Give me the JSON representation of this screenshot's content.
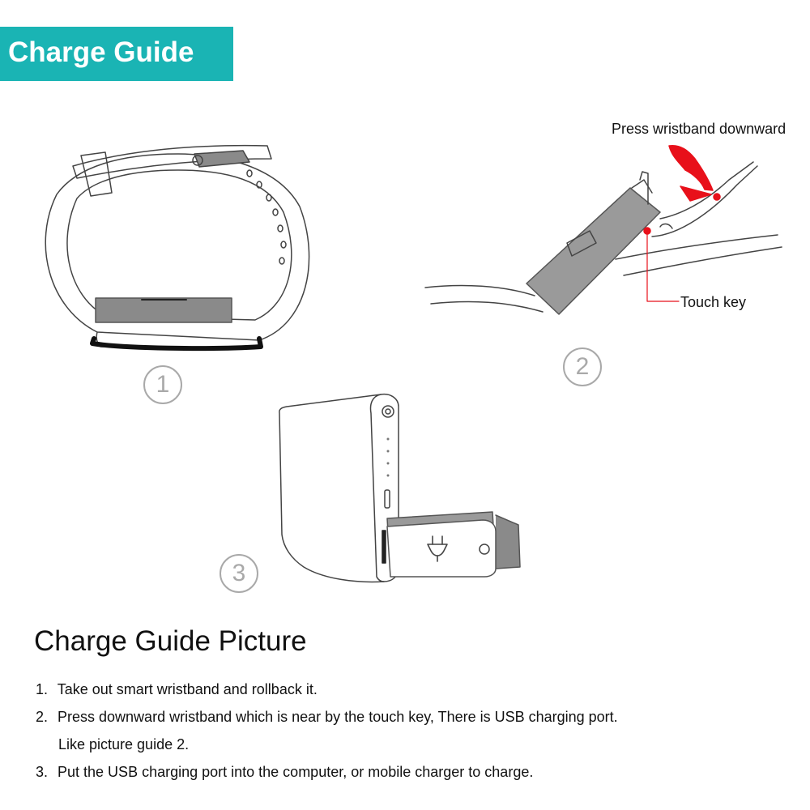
{
  "banner": {
    "title": "Charge Guide",
    "color": "#1ab4b4"
  },
  "figure1": {
    "step_label": "1"
  },
  "figure2": {
    "step_label": "2",
    "press_label": "Press wristband downward",
    "touch_label": "Touch key",
    "accent_color": "#e8101a"
  },
  "figure3": {
    "step_label": "3",
    "icon": "plug-icon"
  },
  "section": {
    "title": "Charge Guide Picture"
  },
  "instructions": [
    {
      "num": "1.",
      "text": "Take out smart wristband and rollback it."
    },
    {
      "num": "2.",
      "text": "Press downward wristband which is near by the touch key, There is USB charging port.",
      "continuation": "Like picture guide 2."
    },
    {
      "num": "3.",
      "text": "Put the USB charging port into the computer, or mobile charger to charge."
    }
  ]
}
